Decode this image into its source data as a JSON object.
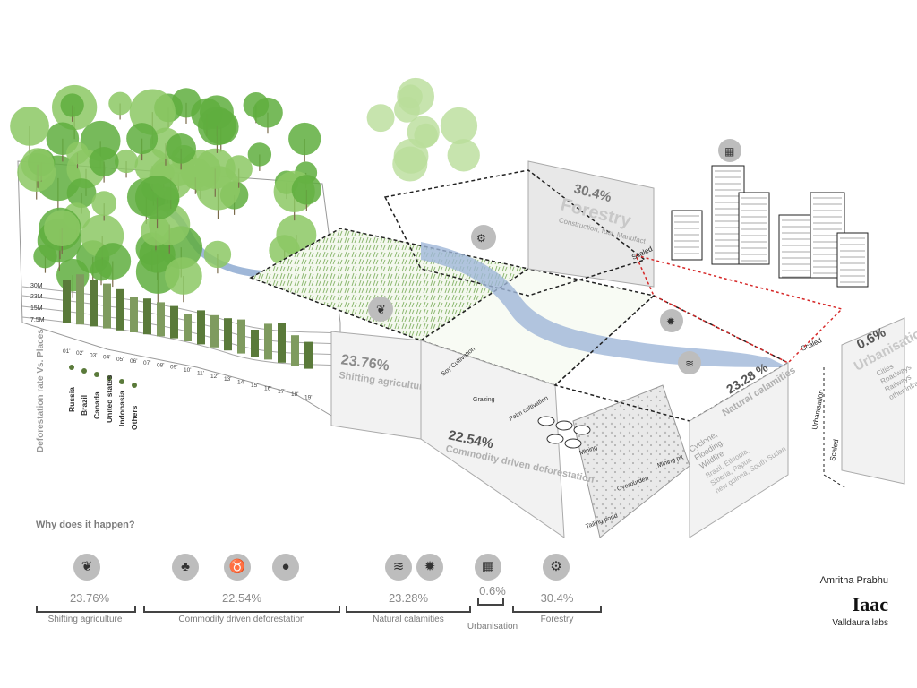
{
  "chart": {
    "yticks": [
      "30M",
      "23M",
      "15M",
      "7.5M"
    ],
    "years": [
      "01'",
      "02'",
      "03'",
      "04'",
      "05'",
      "06'",
      "07'",
      "08'",
      "09'",
      "10'",
      "11'",
      "12'",
      "13'",
      "14'",
      "15'",
      "16'",
      "17'",
      "18'",
      "19'"
    ],
    "axis_title": "Deforestation rate Vs. Places",
    "countries": [
      "Russia",
      "Brazil",
      "Canada",
      "United states",
      "Indonasia",
      "Others"
    ],
    "colors": {
      "bar": "#5a7a3a",
      "bar_light": "#7f9b5f"
    }
  },
  "diagram_sections": {
    "shifting": {
      "pct": "23.76%",
      "title": "Shifting agriculture"
    },
    "commodity": {
      "pct": "22.54%",
      "title": "Commodity driven deforestation",
      "labels": [
        "Soy Cultivation",
        "Grazing",
        "Palm cultivation",
        "Mining",
        "Mining pit",
        "Overburden",
        "Tailing pond"
      ]
    },
    "forestry": {
      "pct": "30.4%",
      "title": "Forestry",
      "sub": "Construction, fuel, Manufact"
    },
    "natural": {
      "pct": "23.28 %",
      "title": "Natural calamities",
      "events": [
        "Cyclone,",
        "Flooding,",
        "Wildfire"
      ],
      "places": [
        "Brazil, Ethiopia,",
        "Siberia, Papua",
        "new guinea, South Sudan"
      ]
    },
    "urban": {
      "pct": "0.6%",
      "title": "Urbanisation",
      "items": [
        "Cities",
        "Roadways",
        "Railways",
        "other infrastructure"
      ]
    },
    "callouts": [
      "Scaled",
      "Scaled",
      "Urbanisation",
      "Scaled"
    ]
  },
  "legend": {
    "heading": "Why does it happen?",
    "categories": [
      {
        "pct": "23.76%",
        "name": "Shifting agriculture"
      },
      {
        "pct": "22.54%",
        "name": "Commodity driven deforestation"
      },
      {
        "pct": "23.28%",
        "name": "Natural calamities"
      },
      {
        "pct": "0.6%",
        "name": "Urbanisation"
      },
      {
        "pct": "30.4%",
        "name": "Forestry"
      }
    ],
    "icons": [
      "wheat-icon",
      "palm-tree-icon",
      "cow-icon",
      "beans-icon",
      "tornado-icon",
      "fire-icon",
      "building-icon",
      "chainsaw-icon"
    ]
  },
  "credit": {
    "author": "Amritha Prabhu",
    "logo": "Iaac",
    "lab": "Valldaura labs"
  },
  "colors": {
    "tree": "#8cc864",
    "tree_dark": "#5fae3e",
    "river": "#9fb7d8",
    "block_face": "#f2f2f2",
    "block_side": "#e6e6e6",
    "label_grey": "#9a9a9a",
    "accent_red": "#d62828"
  }
}
